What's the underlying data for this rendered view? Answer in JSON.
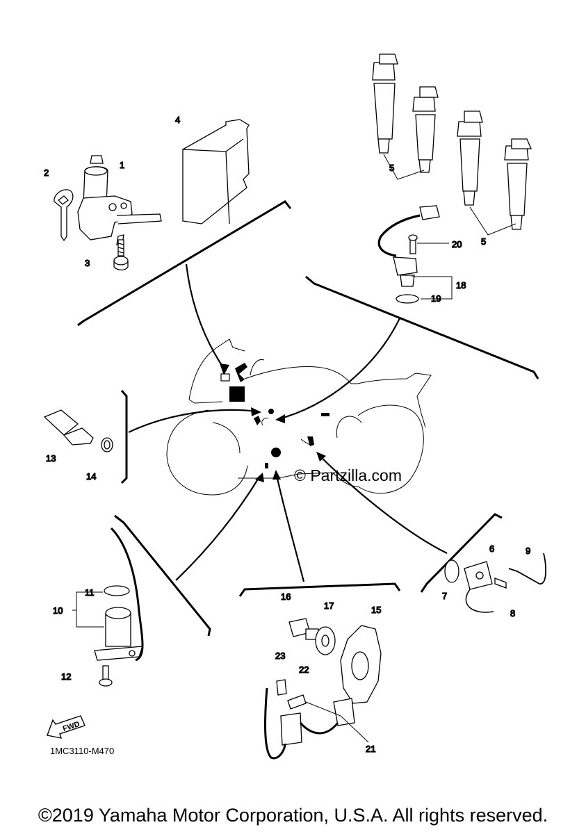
{
  "diagram_code": "1MC3110-M470",
  "fwd_label": "FWD",
  "watermark": "© Partzilla.com",
  "copyright": "©2019 Yamaha Motor Corporation, U.S.A. All rights reserved.",
  "callouts": [
    "1",
    "2",
    "3",
    "4",
    "5",
    "5",
    "6",
    "7",
    "8",
    "9",
    "10",
    "11",
    "12",
    "13",
    "14",
    "15",
    "16",
    "17",
    "18",
    "19",
    "20",
    "21",
    "22",
    "23"
  ]
}
